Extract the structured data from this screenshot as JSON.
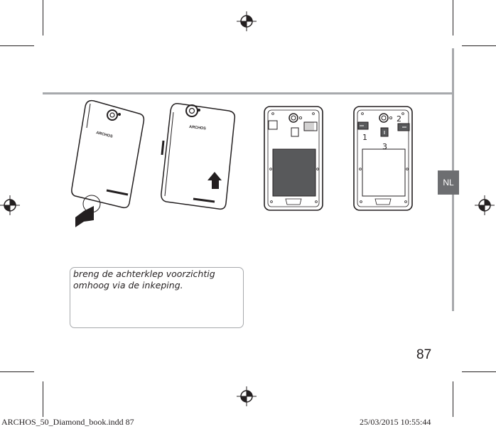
{
  "page": {
    "language_tab": "NL",
    "page_number": "87",
    "caption": " breng de achterklep voorzichtig\nomhoog via de inkeping.",
    "steps": [
      {
        "brand": "ARCHOS"
      },
      {
        "brand": "ARCHOS"
      },
      {},
      {
        "labels": [
          "1",
          "2",
          "3"
        ]
      }
    ]
  },
  "slug": {
    "filename": "ARCHOS_50_Diamond_book.indd   87",
    "timestamp": "25/03/2015   10:55:44"
  },
  "colors": {
    "text": "#231f20",
    "rule_gray": "#a7a9ac",
    "tab_gray": "#6d6e71",
    "battery_gray": "#58595b"
  }
}
